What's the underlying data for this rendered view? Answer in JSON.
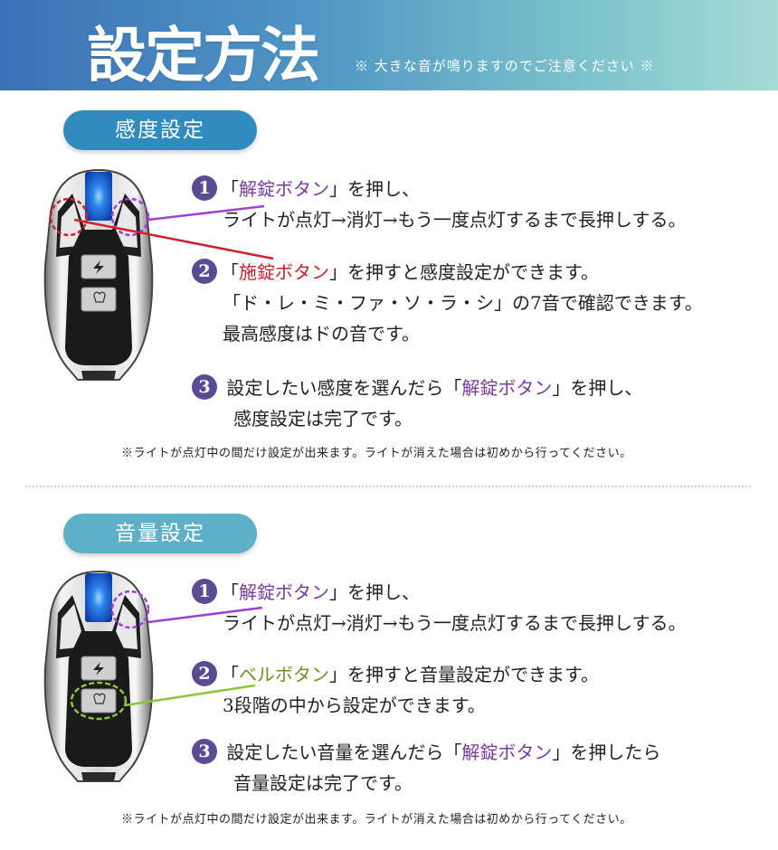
{
  "header": {
    "title": "設定方法",
    "note": "※ 大きな音が鳴りますのでご注意ください ※",
    "gradient": [
      "#3b72b6",
      "#a4dcd6"
    ]
  },
  "sections": [
    {
      "title": "感度設定",
      "pill_color": "#2f8cbc",
      "steps": [
        {
          "number": "1",
          "line1_pre": "「",
          "line1_highlight": "解錠ボタン",
          "line1_post": "」を押し、",
          "line2": "ライトが点灯→消灯→もう一度点灯するまで長押しする。"
        },
        {
          "number": "2",
          "line1_pre": "「",
          "line1_highlight": "施錠ボタン",
          "line1_post": "」を押すと感度設定ができます。",
          "line2": "「ド・レ・ミ・ファ・ソ・ラ・シ」の7音で確認できます。",
          "line3": "最高感度はドの音です。"
        },
        {
          "number": "3",
          "line1_pre": "設定したい感度を選んだら「",
          "line1_highlight": "解錠ボタン",
          "line1_post": "」を押し、",
          "line2": "感度設定は完了です。"
        }
      ],
      "note": "※ライトが点灯中の間だけ設定が出来ます。ライトが消えた場合は初めから行ってください。"
    },
    {
      "title": "音量設定",
      "pill_color": "#5eb0c6",
      "steps": [
        {
          "number": "1",
          "line1_pre": "「",
          "line1_highlight": "解錠ボタン",
          "line1_post": "」を押し、",
          "line2": "ライトが点灯→消灯→もう一度点灯するまで長押しする。"
        },
        {
          "number": "2",
          "line1_pre": "「",
          "line1_highlight": "ベルボタン",
          "line1_post": "」を押すと音量設定ができます。",
          "line2": "3段階の中から設定ができます。"
        },
        {
          "number": "3",
          "line1_pre": "設定したい音量を選んだら「",
          "line1_highlight": "解錠ボタン",
          "line1_post": "」を押したら",
          "line2": "音量設定は完了です。"
        }
      ],
      "note": "※ライトが点灯中の間だけ設定が出来ます。ライトが消えた場合は初めから行ってください。"
    }
  ],
  "remote": {
    "icons": [
      "lock-icon",
      "unlock-icon",
      "lightning-icon",
      "bell-icon"
    ],
    "led_color": "#1f6fe8"
  },
  "colors": {
    "step_badge": "#5b4a94",
    "highlight_unlock": "#7a3a9c",
    "highlight_lock": "#c8202c",
    "highlight_bell": "#7b8a1e",
    "leader_unlock": "#a040d8",
    "leader_lock": "#d0202c",
    "leader_bell": "#8cc43a"
  }
}
